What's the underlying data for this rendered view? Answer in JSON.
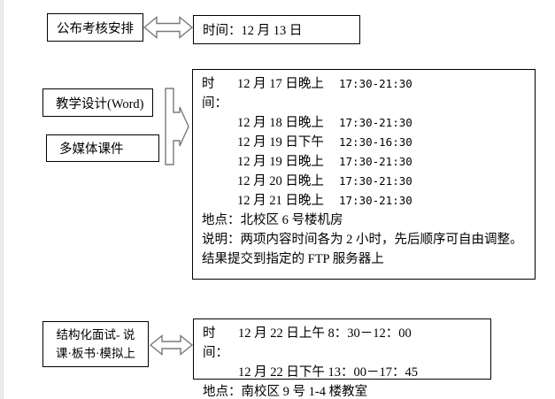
{
  "colors": {
    "background": "#ffffff",
    "box_border": "#000000",
    "arrow_stroke": "#7a7a7a",
    "arrow_fill": "#ffffff"
  },
  "flow1": {
    "source_label": "公布考核安排",
    "detail_text": "时间：12 月 13 日"
  },
  "flow2": {
    "source1_label": "教学设计(Word)",
    "source2_label": "多媒体课件",
    "detail": {
      "schedule": [
        {
          "prefix": "时间：",
          "date": "12 月 17 日晚上",
          "time": "17:30-21:30"
        },
        {
          "prefix": "",
          "date": "12 月 18 日晚上",
          "time": "17:30-21:30"
        },
        {
          "prefix": "",
          "date": "12 月 19 日下午",
          "time": "12:30-16:30"
        },
        {
          "prefix": "",
          "date": "12 月 19 日晚上",
          "time": "17:30-21:30"
        },
        {
          "prefix": "",
          "date": "12 月 20 日晚上",
          "time": "17:30-21:30"
        },
        {
          "prefix": "",
          "date": "12 月 21 日晚上",
          "time": "17:30-21:30"
        }
      ],
      "location": "地点：北校区 6 号楼机房",
      "note": "说明：两项内容时间各为 2 小时，先后顺序可自由调整。结果提交到指定的 FTP 服务器上"
    }
  },
  "flow3": {
    "source_label_line1": "结构化面试- 说",
    "source_label_line2": "课·板书·模拟上",
    "detail": {
      "times": [
        {
          "prefix": "时间：",
          "text": "12 月 22 日上午 8：30－12：00"
        },
        {
          "prefix": "",
          "text": "12 月 22 日下午 13：00－17：45"
        }
      ],
      "location": "地点：南校区 9 号 1-4 楼教室"
    }
  }
}
